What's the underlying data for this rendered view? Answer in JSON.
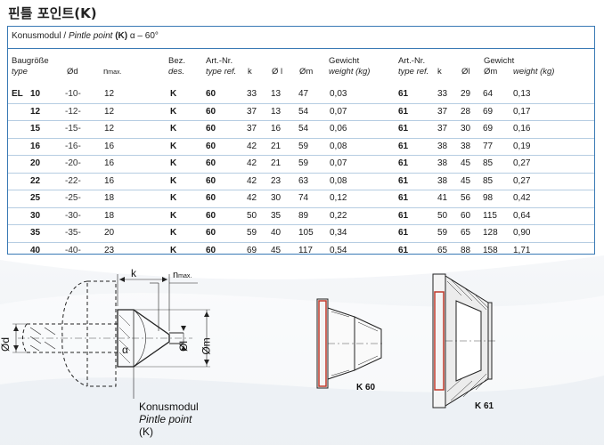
{
  "page": {
    "title": "핀틀 포인트(K)"
  },
  "caption": {
    "prefix": "Konusmodul / ",
    "italic": "Pintle point",
    "bold": " (K)",
    "angle": " α – 60°"
  },
  "headers": {
    "size_de": "Baugröße",
    "size_en": "type",
    "d": "Ød",
    "n": "n",
    "n_sub": "max.",
    "des_de": "Bez.",
    "des_en": "des.",
    "art1_de": "Art.-Nr.",
    "art1_en": "type ref.",
    "k1": "k",
    "l1": "Ø l",
    "m1": "Øm",
    "w1_de": "Gewicht",
    "w1_en": "weight (kg)",
    "art2_de": "Art.-Nr.",
    "art2_en": "type ref.",
    "k2": "k",
    "l2": "Øl",
    "w2_de": "Gewicht",
    "m2": "Øm",
    "w2_en": "weight (kg)"
  },
  "rows": [
    {
      "prefix": "EL",
      "size": "10",
      "d": "-10-",
      "n": "12",
      "des": "K",
      "art1": "60",
      "k1": "33",
      "l1": "13",
      "m1": "47",
      "w1": "0,03",
      "art2": "61",
      "k2": "33",
      "l2": "29",
      "m2": "64",
      "w2": "0,13"
    },
    {
      "prefix": "",
      "size": "12",
      "d": "-12-",
      "n": "12",
      "des": "K",
      "art1": "60",
      "k1": "37",
      "l1": "13",
      "m1": "54",
      "w1": "0,07",
      "art2": "61",
      "k2": "37",
      "l2": "28",
      "m2": "69",
      "w2": "0,17"
    },
    {
      "prefix": "",
      "size": "15",
      "d": "-15-",
      "n": "12",
      "des": "K",
      "art1": "60",
      "k1": "37",
      "l1": "16",
      "m1": "54",
      "w1": "0,06",
      "art2": "61",
      "k2": "37",
      "l2": "30",
      "m2": "69",
      "w2": "0,16"
    },
    {
      "prefix": "",
      "size": "16",
      "d": "-16-",
      "n": "16",
      "des": "K",
      "art1": "60",
      "k1": "42",
      "l1": "21",
      "m1": "59",
      "w1": "0,08",
      "art2": "61",
      "k2": "38",
      "l2": "38",
      "m2": "77",
      "w2": "0,19"
    },
    {
      "prefix": "",
      "size": "20",
      "d": "-20-",
      "n": "16",
      "des": "K",
      "art1": "60",
      "k1": "42",
      "l1": "21",
      "m1": "59",
      "w1": "0,07",
      "art2": "61",
      "k2": "38",
      "l2": "45",
      "m2": "85",
      "w2": "0,27"
    },
    {
      "prefix": "",
      "size": "22",
      "d": "-22-",
      "n": "16",
      "des": "K",
      "art1": "60",
      "k1": "42",
      "l1": "23",
      "m1": "63",
      "w1": "0,08",
      "art2": "61",
      "k2": "38",
      "l2": "45",
      "m2": "85",
      "w2": "0,27"
    },
    {
      "prefix": "",
      "size": "25",
      "d": "-25-",
      "n": "18",
      "des": "K",
      "art1": "60",
      "k1": "42",
      "l1": "30",
      "m1": "74",
      "w1": "0,12",
      "art2": "61",
      "k2": "41",
      "l2": "56",
      "m2": "98",
      "w2": "0,42"
    },
    {
      "prefix": "",
      "size": "30",
      "d": "-30-",
      "n": "18",
      "des": "K",
      "art1": "60",
      "k1": "50",
      "l1": "35",
      "m1": "89",
      "w1": "0,22",
      "art2": "61",
      "k2": "50",
      "l2": "60",
      "m2": "115",
      "w2": "0,64"
    },
    {
      "prefix": "",
      "size": "35",
      "d": "-35-",
      "n": "20",
      "des": "K",
      "art1": "60",
      "k1": "59",
      "l1": "40",
      "m1": "105",
      "w1": "0,34",
      "art2": "61",
      "k2": "59",
      "l2": "65",
      "m2": "128",
      "w2": "0,90"
    },
    {
      "prefix": "",
      "size": "40",
      "d": "-40-",
      "n": "23",
      "des": "K",
      "art1": "60",
      "k1": "69",
      "l1": "45",
      "m1": "117",
      "w1": "0,54",
      "art2": "61",
      "k2": "65",
      "l2": "88",
      "m2": "158",
      "w2": "1,71"
    }
  ],
  "drawing": {
    "k": "k",
    "n": "n",
    "n_sub": "max.",
    "alpha": "α",
    "d": "Ød",
    "l": "Øl",
    "m": "Øm",
    "label_de": "Konusmodul",
    "label_en": "Pintle point",
    "label_code": "(K)",
    "k60": "K 60",
    "k61": "K 61"
  },
  "colors": {
    "accent": "#3a7ab5",
    "row_rule": "#b6cde2",
    "hatch_red": "#c0392b"
  }
}
